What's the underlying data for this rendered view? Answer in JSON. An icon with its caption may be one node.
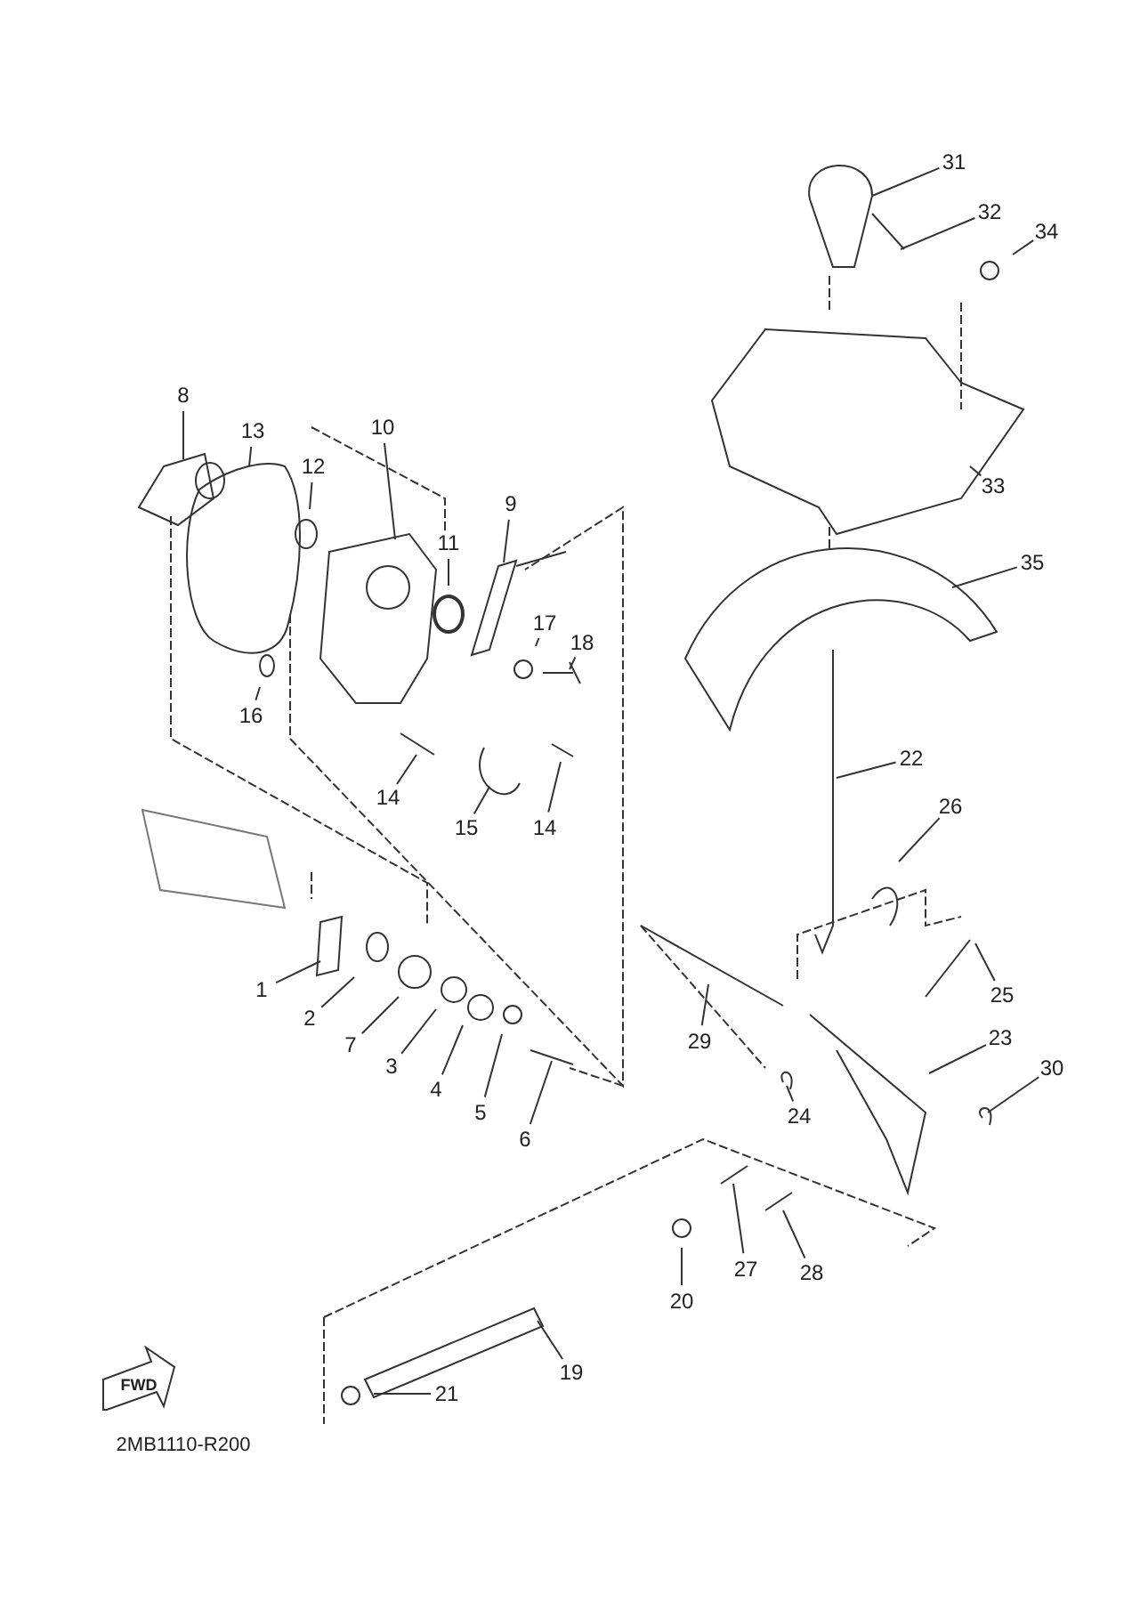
{
  "diagram": {
    "nodes": [
      {
        "text": [
          "8"
        ]
      },
      {
        "text": [
          "13"
        ]
      },
      {
        "text": [
          "10"
        ]
      },
      {
        "text": [
          "12"
        ]
      },
      {
        "text": [
          "11"
        ]
      },
      {
        "text": [
          "9"
        ]
      },
      {
        "text": [
          "17"
        ]
      },
      {
        "text": [
          "18"
        ]
      },
      {
        "text": [
          "16"
        ]
      },
      {
        "text": [
          "14"
        ]
      },
      {
        "text": [
          "15"
        ]
      },
      {
        "text": [
          "14"
        ]
      },
      {
        "text": [
          "1"
        ]
      },
      {
        "text": [
          "2"
        ]
      },
      {
        "text": [
          "7"
        ]
      },
      {
        "text": [
          "3"
        ]
      },
      {
        "text": [
          "4"
        ]
      },
      {
        "text": [
          "5"
        ]
      },
      {
        "text": [
          "6"
        ]
      },
      {
        "text": [
          "31"
        ]
      },
      {
        "text": [
          "32"
        ]
      },
      {
        "text": [
          "34"
        ]
      },
      {
        "text": [
          "33"
        ]
      },
      {
        "text": [
          "35"
        ]
      },
      {
        "text": [
          "22"
        ]
      },
      {
        "text": [
          "26"
        ]
      },
      {
        "text": [
          "25"
        ]
      },
      {
        "text": [
          "29"
        ]
      },
      {
        "text": [
          "23"
        ]
      },
      {
        "text": [
          "24"
        ]
      },
      {
        "text": [
          "30"
        ]
      },
      {
        "text": [
          "27"
        ]
      },
      {
        "text": [
          "28"
        ]
      },
      {
        "text": [
          "20"
        ]
      },
      {
        "text": [
          "19"
        ]
      },
      {
        "text": [
          "21"
        ]
      }
    ],
    "edges": [
      {
        "from": 0,
        "to": null,
        "arrow": "none"
      },
      {
        "from": 1,
        "to": null,
        "arrow": "none"
      },
      {
        "from": 2,
        "to": null,
        "arrow": "none"
      },
      {
        "from": 3,
        "to": null,
        "arrow": "none"
      },
      {
        "from": 4,
        "to": null,
        "arrow": "none"
      },
      {
        "from": 5,
        "to": null,
        "arrow": "none"
      },
      {
        "from": 6,
        "to": null,
        "arrow": "none"
      },
      {
        "from": 7,
        "to": null,
        "arrow": "none"
      },
      {
        "from": 8,
        "to": null,
        "arrow": "none"
      },
      {
        "from": 9,
        "to": null,
        "arrow": "none"
      },
      {
        "from": 10,
        "to": null,
        "arrow": "none"
      },
      {
        "from": 11,
        "to": null,
        "arrow": "none"
      },
      {
        "from": 12,
        "to": null,
        "arrow": "none"
      },
      {
        "from": 13,
        "to": null,
        "arrow": "none"
      },
      {
        "from": 14,
        "to": null,
        "arrow": "none"
      },
      {
        "from": 15,
        "to": null,
        "arrow": "none"
      },
      {
        "from": 16,
        "to": null,
        "arrow": "none"
      },
      {
        "from": 17,
        "to": null,
        "arrow": "none"
      },
      {
        "from": 18,
        "to": null,
        "arrow": "none"
      },
      {
        "from": 19,
        "to": null,
        "arrow": "none"
      },
      {
        "from": 20,
        "to": null,
        "arrow": "none"
      },
      {
        "from": 21,
        "to": null,
        "arrow": "none"
      },
      {
        "from": 22,
        "to": null,
        "arrow": "none"
      },
      {
        "from": 23,
        "to": null,
        "arrow": "none"
      },
      {
        "from": 24,
        "to": null,
        "arrow": "none"
      },
      {
        "from": 25,
        "to": null,
        "arrow": "none"
      },
      {
        "from": 26,
        "to": null,
        "arrow": "none"
      },
      {
        "from": 27,
        "to": null,
        "arrow": "none"
      },
      {
        "from": 28,
        "to": null,
        "arrow": "none"
      },
      {
        "from": 29,
        "to": null,
        "arrow": "none"
      },
      {
        "from": 30,
        "to": null,
        "arrow": "none"
      },
      {
        "from": 31,
        "to": null,
        "arrow": "none"
      },
      {
        "from": 32,
        "to": null,
        "arrow": "none"
      },
      {
        "from": 33,
        "to": null,
        "arrow": "none"
      },
      {
        "from": 34,
        "to": null,
        "arrow": "none"
      },
      {
        "from": 35,
        "to": null,
        "arrow": "none"
      }
    ],
    "labels": [
      "FWD",
      "2MB1110-R200"
    ]
  }
}
